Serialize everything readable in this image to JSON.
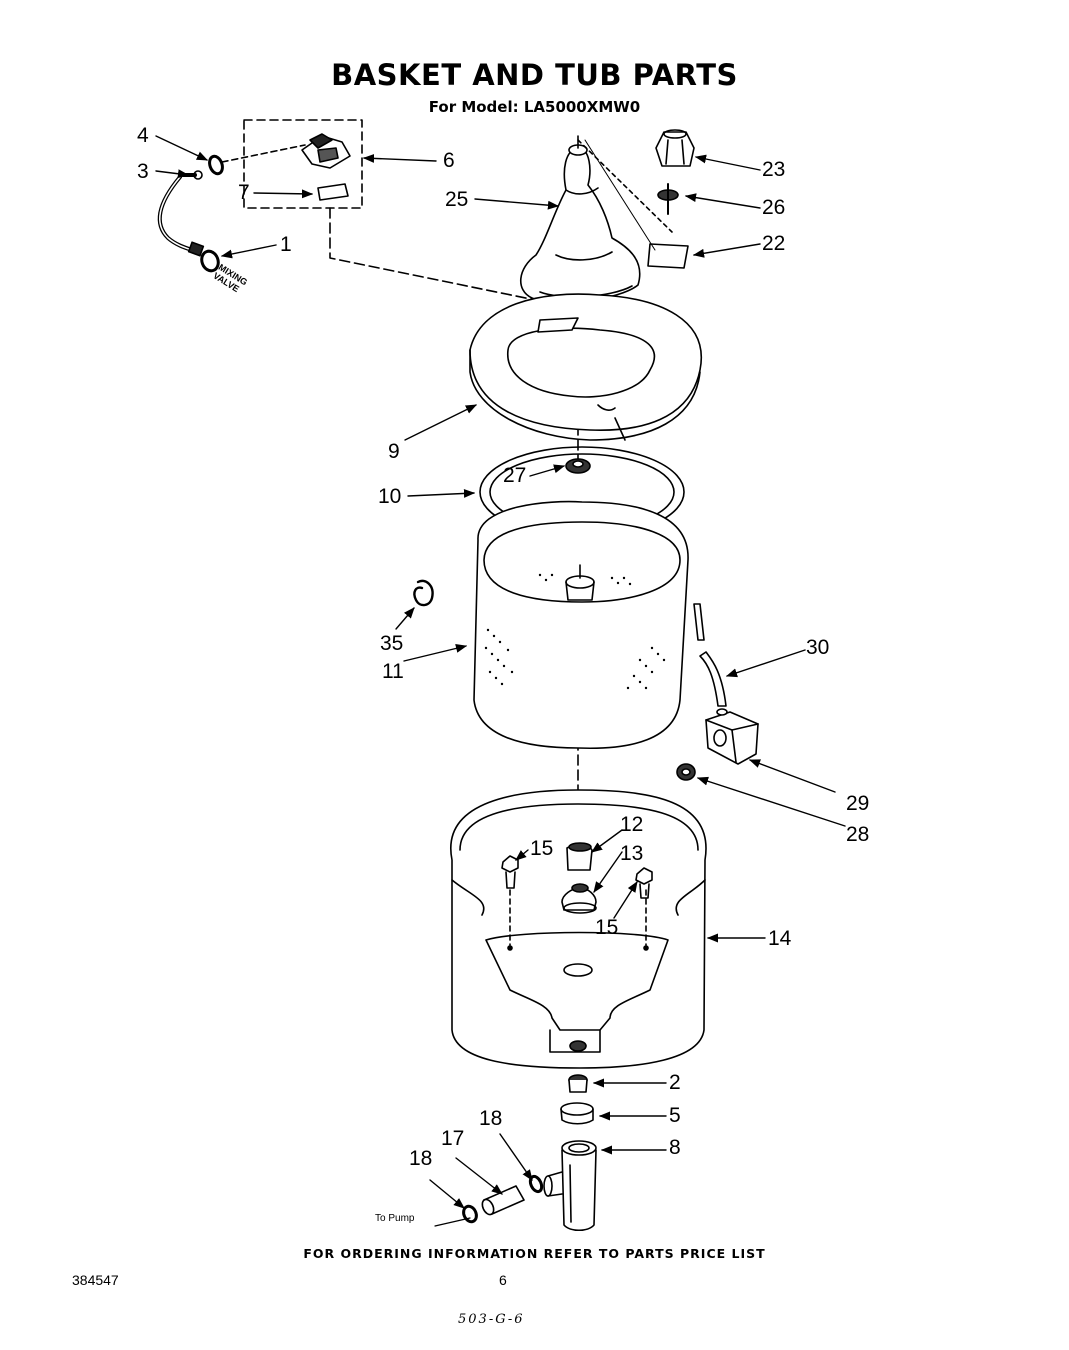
{
  "title": "BASKET AND TUB PARTS",
  "subtitle": "For Model: LA5000XMW0",
  "footer": "FOR ORDERING INFORMATION REFER TO PARTS PRICE LIST",
  "doc_number": "384547",
  "page_number": "6",
  "handwritten_note": "503-G-6",
  "notes": {
    "mixing_valve": "MIXING VALVE",
    "to_pump": "To Pump"
  },
  "callouts": {
    "c1": "1",
    "c2": "2",
    "c3": "3",
    "c4": "4",
    "c5": "5",
    "c6": "6",
    "c7": "7",
    "c8": "8",
    "c9": "9",
    "c10": "10",
    "c11": "11",
    "c12": "12",
    "c13": "13",
    "c14": "14",
    "c15a": "15",
    "c15b": "15",
    "c17": "17",
    "c18a": "18",
    "c18b": "18",
    "c22": "22",
    "c23": "23",
    "c25": "25",
    "c26": "26",
    "c27": "27",
    "c28": "28",
    "c29": "29",
    "c30": "30",
    "c35": "35"
  }
}
